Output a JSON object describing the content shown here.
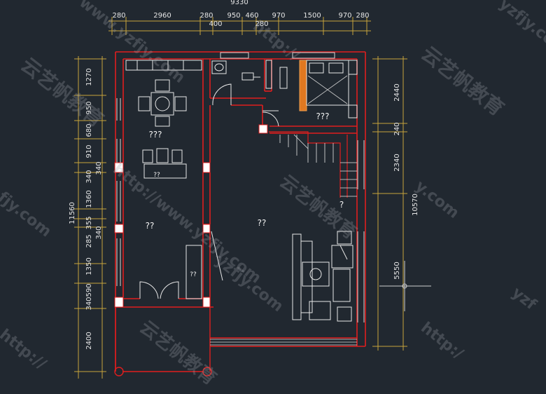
{
  "colors": {
    "background": "#212830",
    "wall": "#e01e1e",
    "dimension_line": "#c8a43c",
    "furniture": "#e8e8e8",
    "bed_highlight": "#e07820",
    "watermark": "#9aa0a6"
  },
  "dimensions": {
    "top_overall": "9330",
    "top_segments": [
      "280",
      "2960",
      "280",
      "950",
      "460",
      "970",
      "1500",
      "970",
      "280"
    ],
    "top_inner": [
      "400",
      "280"
    ],
    "left_overall": "11560",
    "left_segments": [
      "1270",
      "950",
      "680",
      "910",
      "340",
      "1360",
      "355",
      "285",
      "1350",
      "340",
      "590",
      "2400"
    ],
    "left_inner": [
      "340",
      "340"
    ],
    "right_overall": "10570",
    "right_segments": [
      "2440",
      "240",
      "2340",
      "5550"
    ]
  },
  "rooms": {
    "dining": "???",
    "dining_small": "??",
    "bedroom": "???",
    "living": "??",
    "center": "??",
    "stair": "?",
    "corridor": "??"
  },
  "watermarks": {
    "brand": "云艺帆教育",
    "url_a": "www.yzfjy.com",
    "url_b": "http://www.yzfjy.com",
    "url_c": "http://",
    "url_d": "yzfjy.com",
    "url_e": "fjy.com",
    "url_f": "y.com",
    "url_g": "http:/",
    "url_h": "yzf"
  }
}
